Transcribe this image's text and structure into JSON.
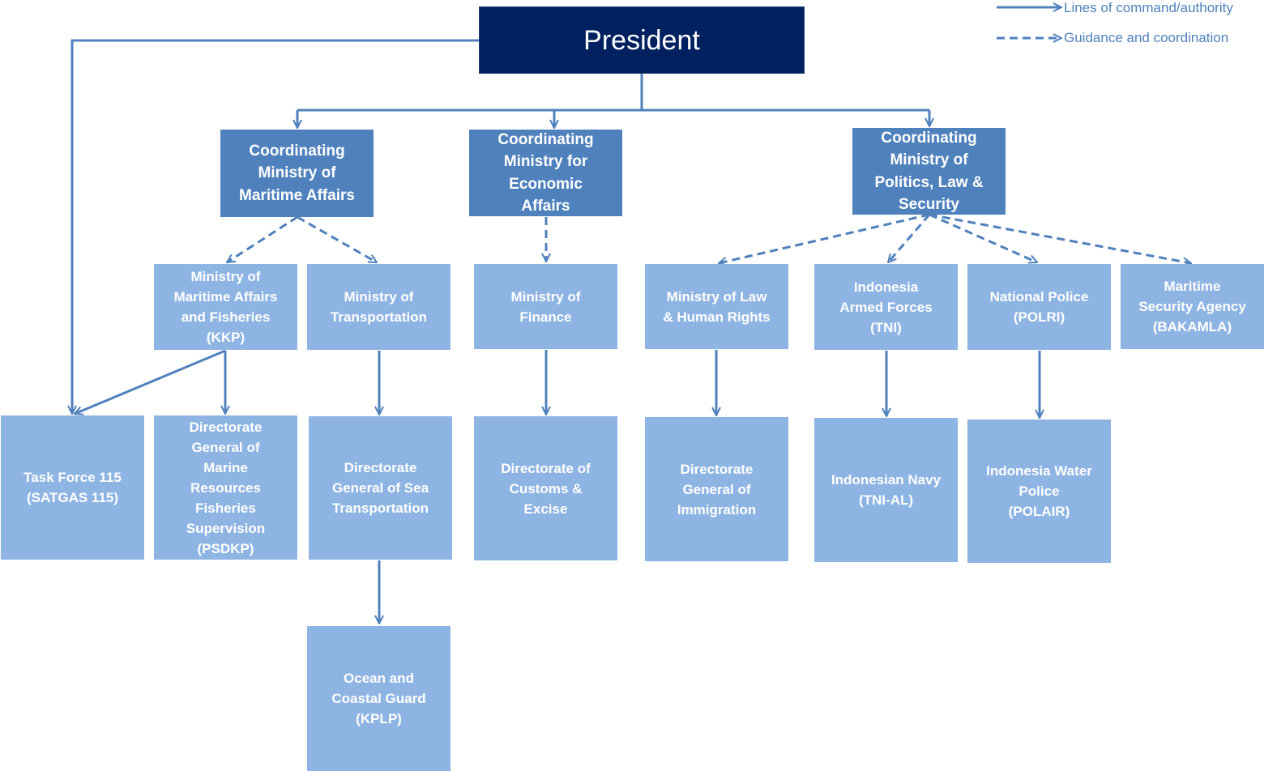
{
  "legend": {
    "solid_label": "Lines of command/authority",
    "dashed_label": "Guidance and coordination"
  },
  "nodes": {
    "president": {
      "lines": [
        "President"
      ]
    },
    "cmma": {
      "lines": [
        "Coordinating",
        "Ministry of",
        "Maritime Affairs"
      ]
    },
    "cmea": {
      "lines": [
        "Coordinating",
        "Ministry for",
        "Economic",
        "Affairs"
      ]
    },
    "cmpls": {
      "lines": [
        "Coordinating",
        "Ministry of",
        "Politics, Law &",
        "Security"
      ]
    },
    "kkp": {
      "lines": [
        "Ministry of",
        "Maritime Affairs",
        "and Fisheries",
        "(KKP)"
      ]
    },
    "mot": {
      "lines": [
        "Ministry of",
        "Transportation"
      ]
    },
    "mof": {
      "lines": [
        "Ministry of",
        "Finance"
      ]
    },
    "molhr": {
      "lines": [
        "Ministry of Law",
        "& Human Rights"
      ]
    },
    "tni": {
      "lines": [
        "Indonesia",
        "Armed Forces",
        "(TNI)"
      ]
    },
    "polri": {
      "lines": [
        "National Police",
        "(POLRI)"
      ]
    },
    "bakamla": {
      "lines": [
        "Maritime",
        "Security Agency",
        "(BAKAMLA)"
      ]
    },
    "satgas": {
      "lines": [
        "Task Force 115",
        "(SATGAS 115)"
      ]
    },
    "psdkp": {
      "lines": [
        "Directorate",
        "General of",
        "Marine",
        "Resources",
        "Fisheries",
        "Supervision",
        "(PSDKP)"
      ]
    },
    "dgst": {
      "lines": [
        "Directorate",
        "General of Sea",
        "Transportation"
      ]
    },
    "customs": {
      "lines": [
        "Directorate of",
        "Customs &",
        "Excise"
      ]
    },
    "immigration": {
      "lines": [
        "Directorate",
        "General of",
        "Immigration"
      ]
    },
    "navy": {
      "lines": [
        "Indonesian Navy",
        "(TNI-AL)"
      ]
    },
    "polair": {
      "lines": [
        "Indonesia Water",
        "Police",
        "(POLAIR)"
      ]
    },
    "kplp": {
      "lines": [
        "Ocean and",
        "Coastal Guard",
        "(KPLP)"
      ]
    }
  },
  "colors": {
    "president": "#002060",
    "coordinating": "#4f81bd",
    "unit": "#8eb4e3",
    "connector": "#4f81bd"
  }
}
